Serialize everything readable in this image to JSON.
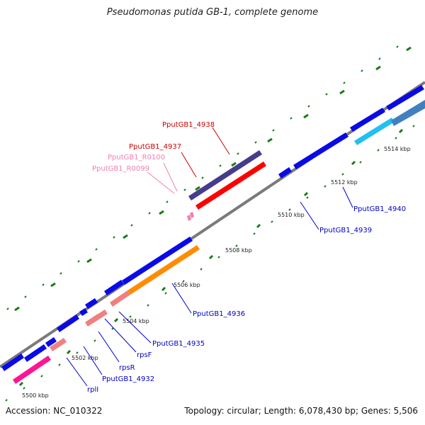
{
  "title": "Pseudomonas putida GB-1, complete genome",
  "footer": {
    "accession": "Accession: NC_010322",
    "topology": "Topology: circular; Length: 6,078,430 bp; Genes: 5,506"
  },
  "tick_labels": [
    "5500 kbp",
    "5502 kbp",
    "5504 kbp",
    "5506 kbp",
    "5508 kbp",
    "5510 kbp",
    "5512 kbp",
    "5514 kbp"
  ],
  "gene_labels": [
    "PputGB1_4938",
    "PputGB1_4937",
    "PputGB1_R0100",
    "PputGB1_R0099",
    "PputGB1_4940",
    "PputGB1_4939",
    "PputGB1_4936",
    "PputGB1_4935",
    "rpsF",
    "rpsR",
    "PputGB1_4932",
    "rplI"
  ],
  "colors": {
    "backbone": "#7a7a7a",
    "tick": "#1a7a1a",
    "cds_forward": "#0a0ae6",
    "cds_other": "#ff1493",
    "label_blue": "#0000c8",
    "label_red": "#cc0000",
    "label_pink": "#f080b0"
  }
}
